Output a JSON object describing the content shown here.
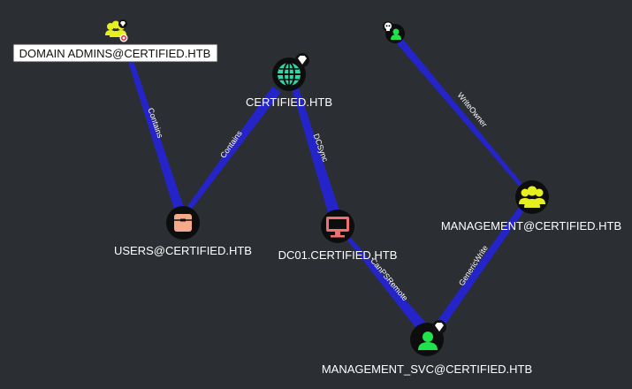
{
  "colors": {
    "background": "#2b2f34",
    "edge": "#2424c8",
    "node_fill": "#0d0d0d",
    "group_icon": "#e6f01f",
    "domain_icon": "#2fd6a6",
    "container_icon": "#f4a98b",
    "computer_icon": "#f07070",
    "user_icon": "#1ee34a"
  },
  "nodes": {
    "domain_admins": {
      "label": "DOMAIN ADMINS@CERTIFIED.HTB",
      "icon": "group-icon",
      "badge": "target-badge-icon"
    },
    "certified_htb": {
      "label": "CERTIFIED.HTB",
      "icon": "globe-icon",
      "badge": "diamond-badge-icon"
    },
    "users": {
      "label": "USERS@CERTIFIED.HTB",
      "icon": "container-icon"
    },
    "dc01": {
      "label": "DC01.CERTIFIED.HTB",
      "icon": "computer-icon"
    },
    "owned_user": {
      "label": "",
      "icon": "user-icon",
      "badge": "skull-badge-icon"
    },
    "management": {
      "label": "MANAGEMENT@CERTIFIED.HTB",
      "icon": "group-icon"
    },
    "management_svc": {
      "label": "MANAGEMENT_SVC@CERTIFIED.HTB",
      "icon": "user-icon",
      "badge": "diamond-badge-icon"
    }
  },
  "edges": {
    "da_users": {
      "label": "Contains"
    },
    "cert_users": {
      "label": "Contains"
    },
    "cert_dc01": {
      "label": "DCSync"
    },
    "dc01_svc": {
      "label": "CanPSRemote"
    },
    "owned_mgmt": {
      "label": "WriteOwner"
    },
    "svc_mgmt": {
      "label": "GenericWrite"
    }
  }
}
